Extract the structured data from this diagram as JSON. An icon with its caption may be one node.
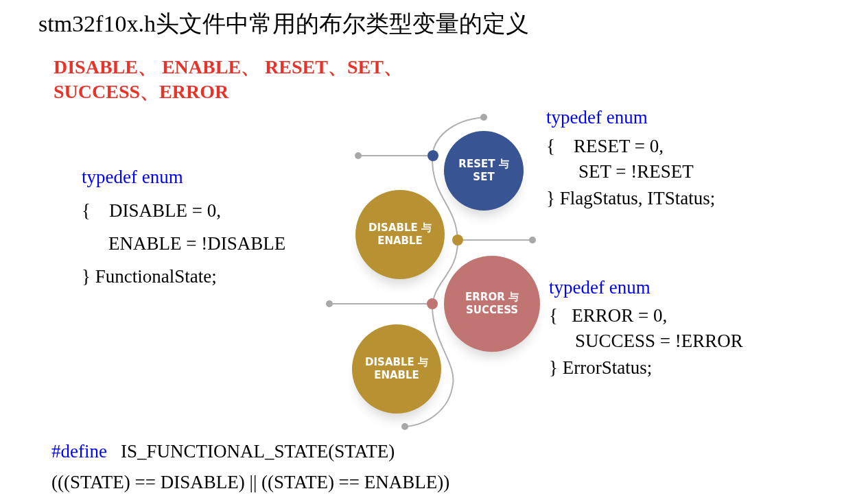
{
  "diagram": {
    "title": "stm32f10x.h头文件中常用的布尔类型变量的定义",
    "nodes": [
      {
        "text": [
          "RESET 与 SET"
        ]
      },
      {
        "text": [
          "DISABLE 与 ENABLE"
        ]
      },
      {
        "text": [
          "ERROR 与 SUCCESS"
        ]
      },
      {
        "text": [
          "DISABLE 与 ENABLE"
        ]
      }
    ],
    "labels": [
      "DISABLE、 ENABLE、 RESET、SET、 SUCCESS、ERROR",
      "typedef enum",
      "{    RESET = 0,",
      "SET = !RESET",
      "} FlagStatus, ITStatus;",
      "typedef enum",
      "{    DISABLE = 0,",
      "ENABLE = !DISABLE",
      "} FunctionalState;",
      "typedef enum",
      "{   ERROR = 0,",
      "SUCCESS = !ERROR",
      "} ErrorStatus;",
      "#define",
      "IS_FUNCTIONAL_STATE(STATE)",
      "(((STATE) == DISABLE) || ((STATE) == ENABLE))"
    ]
  }
}
